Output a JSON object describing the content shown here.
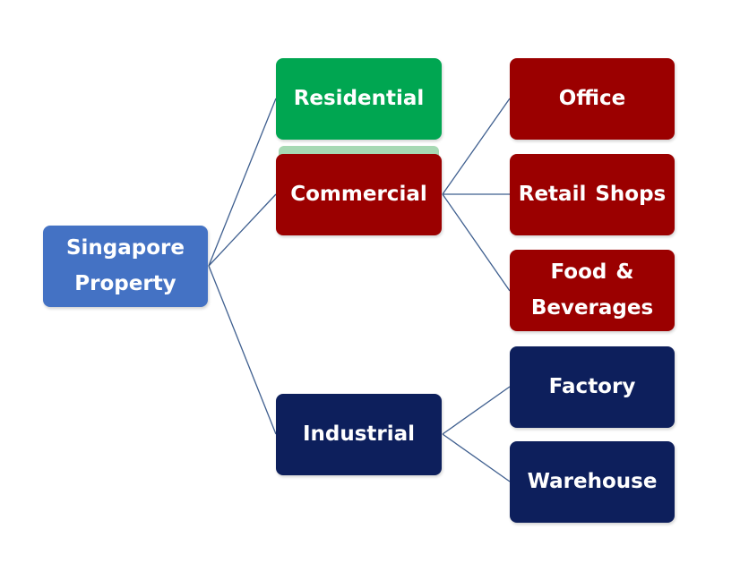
{
  "colors": {
    "root": "#4472c4",
    "residential": "#00a651",
    "commercial": "#9b0000",
    "industrial": "#0d1f5c",
    "connector": "#3f5f8f",
    "text": "#ffffff"
  },
  "root": {
    "label": "Singapore\nProperty"
  },
  "categories": [
    {
      "label": "Residential",
      "children": []
    },
    {
      "label": "Commercial",
      "children": [
        {
          "label": "Office"
        },
        {
          "label": "Retail Shops"
        },
        {
          "label": "Food &\nBeverages"
        }
      ]
    },
    {
      "label": "Industrial",
      "children": [
        {
          "label": "Factory"
        },
        {
          "label": "Warehouse"
        }
      ]
    }
  ]
}
